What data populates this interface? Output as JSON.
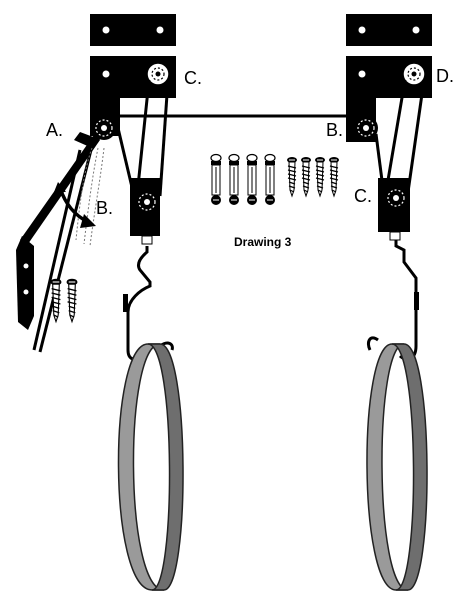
{
  "caption": "Drawing 3",
  "labels": {
    "a": "A.",
    "b_left": "B.",
    "b_right": "B.",
    "c_left": "C.",
    "c_right": "C.",
    "d": "D."
  },
  "colors": {
    "ink": "#000000",
    "strap": "#8e8e8e",
    "strap_edge": "#333333",
    "screw": "#dddddd"
  }
}
